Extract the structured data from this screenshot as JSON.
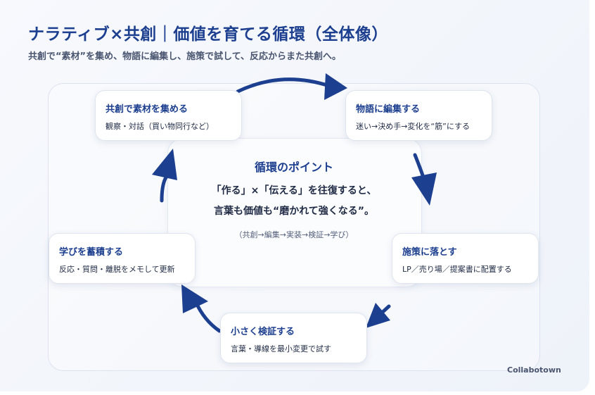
{
  "title": "ナラティブ×共創｜価値を育てる循環（全体像）",
  "subtitle": "共創で“素材”を集め、物語に編集し、施策で試して、反応からまた共創へ。",
  "center": {
    "title": "循環のポイント",
    "line1": "「作る」×「伝える」を往復すると、",
    "line2": "言葉も価値も“磨かれて強くなる”。",
    "cycle": "（共創→編集→実装→検証→学び）"
  },
  "nodes": [
    {
      "title": "共創で素材を集める",
      "desc": "観察・対話（買い物同行など）"
    },
    {
      "title": "物語に編集する",
      "desc": "迷い→決め手→変化を“筋”にする"
    },
    {
      "title": "施策に落とす",
      "desc": "LP／売り場／提案書に配置する"
    },
    {
      "title": "小さく検証する",
      "desc": "言葉・導線を最小変更で試す"
    },
    {
      "title": "学びを蓄積する",
      "desc": "反応・質問・離脱をメモして更新"
    }
  ],
  "brand": "Collabotown",
  "colors": {
    "accent": "#1d3f8f",
    "arrow": "#1d3f8f"
  }
}
